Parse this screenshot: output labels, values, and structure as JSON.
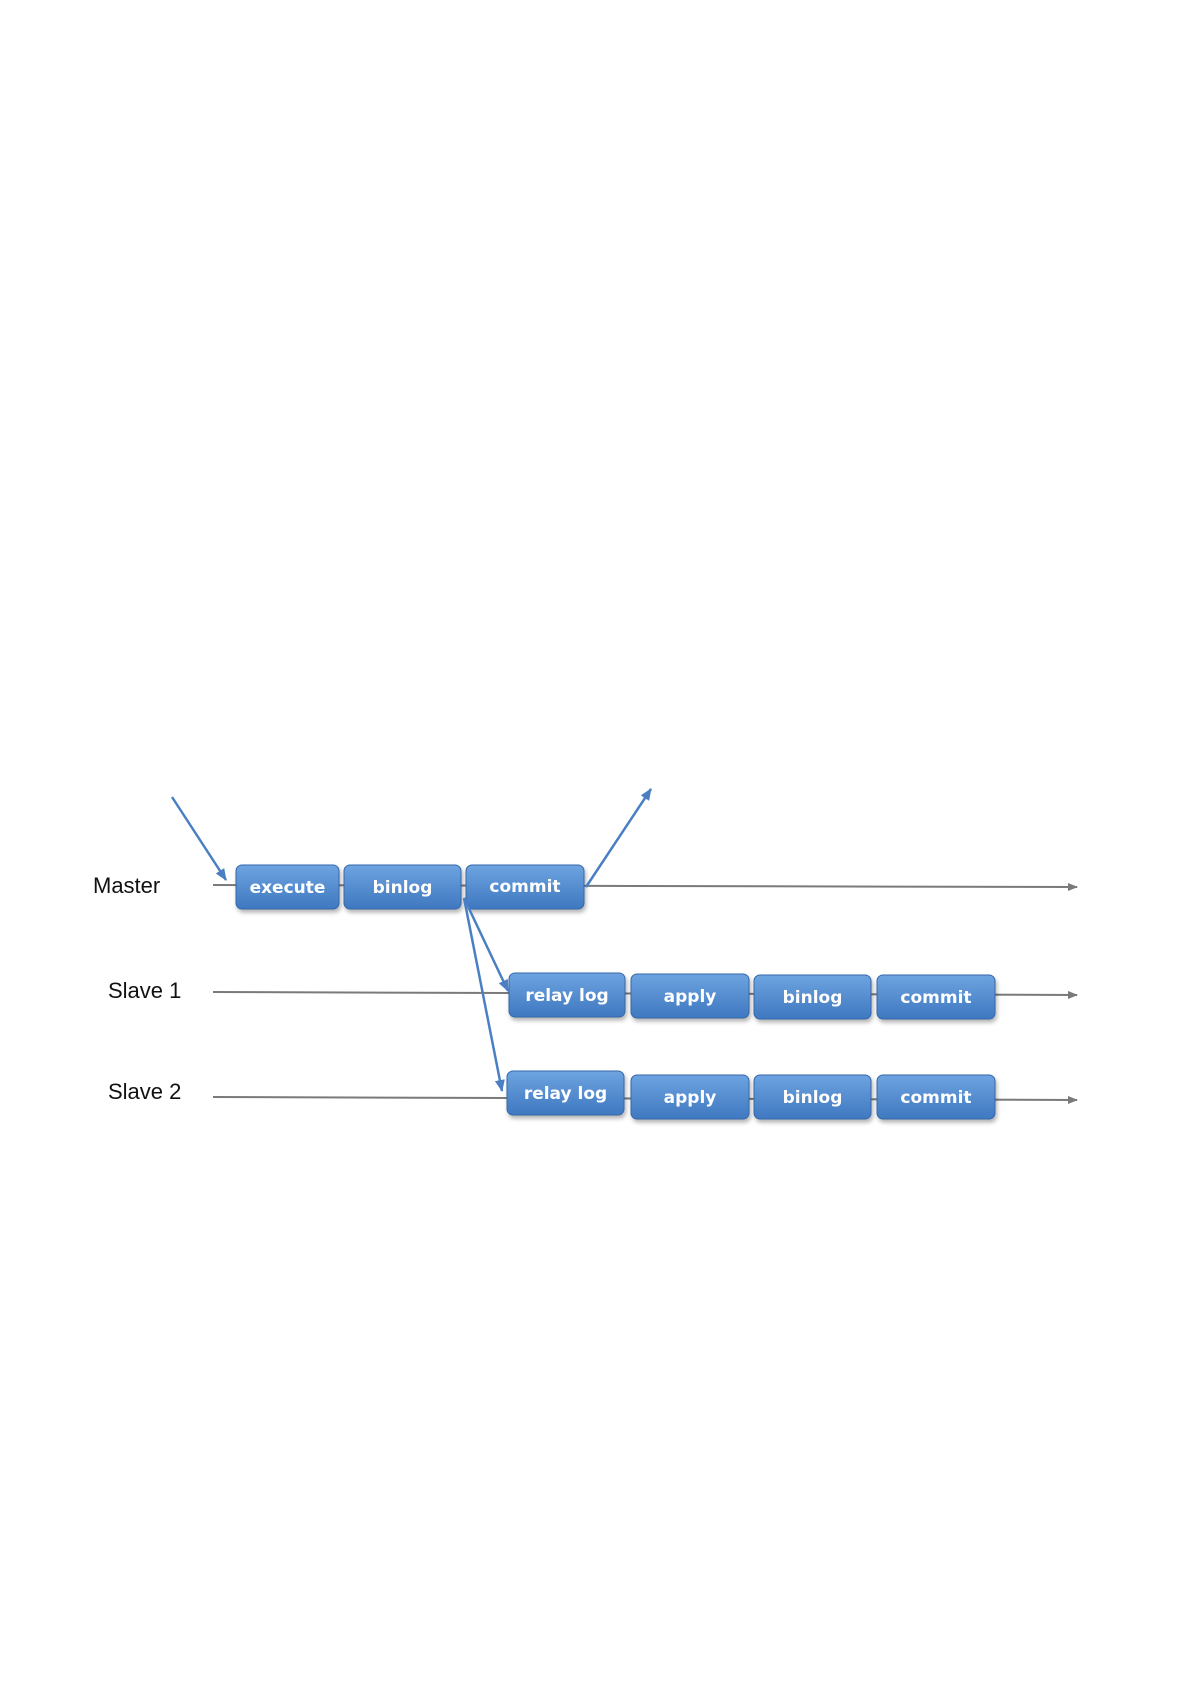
{
  "rows": {
    "master": {
      "label": "Master",
      "steps": [
        "execute",
        "binlog",
        "commit"
      ]
    },
    "slave1": {
      "label": "Slave 1",
      "steps": [
        "relay log",
        "apply",
        "binlog",
        "commit"
      ]
    },
    "slave2": {
      "label": "Slave 2",
      "steps": [
        "relay log",
        "apply",
        "binlog",
        "commit"
      ]
    }
  },
  "colors": {
    "box_top": "#6da3e0",
    "box_bottom": "#3f78c0",
    "box_stroke": "#3568aa",
    "timeline": "#7a7a7a",
    "flow_arrow": "#4a7fc4"
  }
}
